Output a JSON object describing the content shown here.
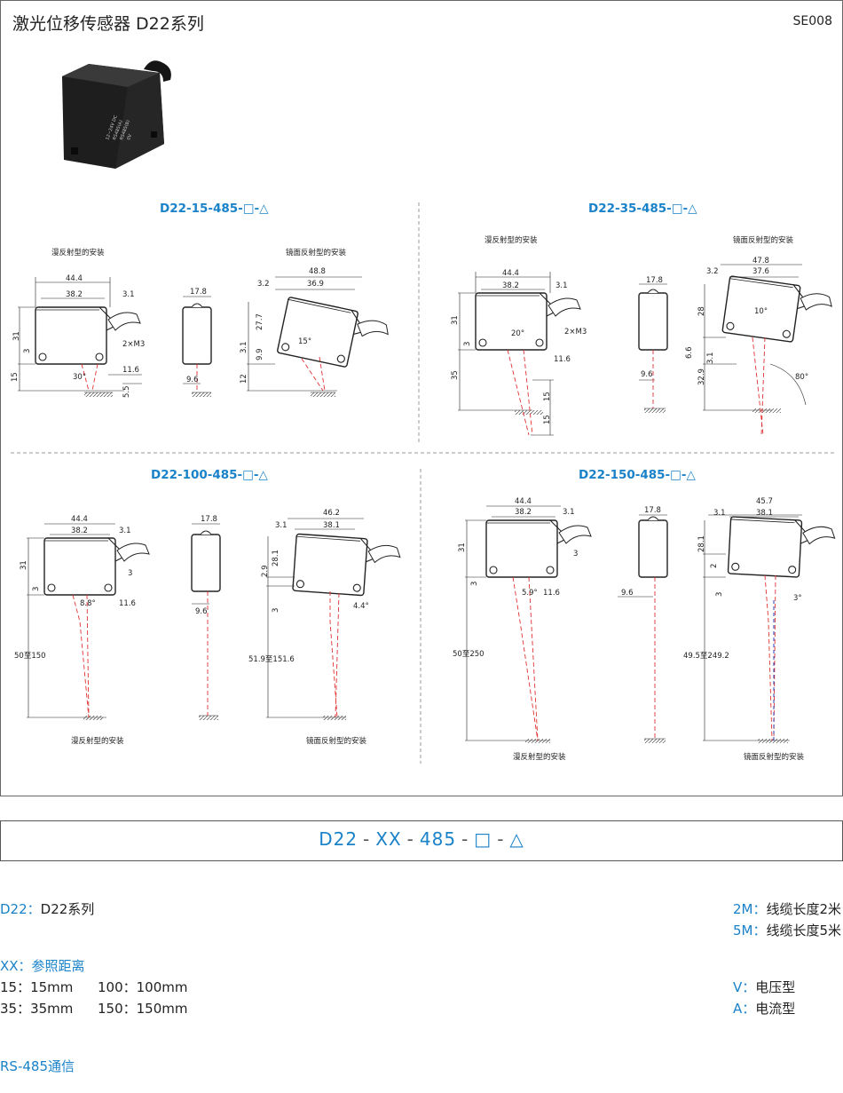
{
  "header": {
    "title": "激光位移传感器 D22系列",
    "code": "SE008"
  },
  "sections": {
    "s15": {
      "title": "D22-15-485-□-△"
    },
    "s35": {
      "title": "D22-35-485-□-△"
    },
    "s100": {
      "title": "D22-100-485-□-△"
    },
    "s150": {
      "title": "D22-150-485-□-△"
    }
  },
  "labels": {
    "diffuse": "漫反射型的安装",
    "mirror": "镜面反射型的安装"
  },
  "product": {
    "print_lines": [
      "12~24V DC",
      "RS485(A)",
      "RS485(B)",
      "0V"
    ]
  },
  "dims": {
    "s15": {
      "d44_4": "44.4",
      "d38_2": "38.2",
      "d3_1": "3.1",
      "d31": "31",
      "d3": "3",
      "d15": "15",
      "m3": "2×M3",
      "d11_6": "11.6",
      "ang30": "30°",
      "d5_5": "5.5",
      "w17_8": "17.8",
      "w9_6": "9.6",
      "m48_8": "48.8",
      "m36_9": "36.9",
      "m3_2": "3.2",
      "m27_7": "27.7",
      "m3_1": "3.1",
      "m9_9": "9.9",
      "m12": "12",
      "ang15": "15°"
    },
    "s35": {
      "d44_4": "44.4",
      "d38_2": "38.2",
      "d3_1": "3.1",
      "d31": "31",
      "d3": "3",
      "d35": "35",
      "ang20": "20°",
      "m3": "2×M3",
      "d11_6": "11.6",
      "d15a": "15",
      "d15b": "15",
      "w17_8": "17.8",
      "w9_6": "9.6",
      "m47_8": "47.8",
      "m37_6": "37.6",
      "m3_2": "3.2",
      "m28": "28",
      "ang10": "10°",
      "m6_6": "6.6",
      "m3_1": "3.1",
      "m32_9": "32.9",
      "ang80": "80°"
    },
    "s100": {
      "d44_4": "44.4",
      "d38_2": "38.2",
      "d3_1": "3.1",
      "d31": "31",
      "d3": "3",
      "m3": "3",
      "ang8_8": "8.8°",
      "d11_6": "11.6",
      "range": "50至150",
      "w17_8": "17.8",
      "w9_6": "9.6",
      "m46_2": "46.2",
      "m38_1": "38.1",
      "m3_1": "3.1",
      "m2_9": "2.9",
      "m28_1": "28.1",
      "ang4_4": "4.4°",
      "mrange": "51.9至151.6"
    },
    "s150": {
      "d44_4": "44.4",
      "d38_2": "38.2",
      "d3_1": "3.1",
      "d31": "31",
      "d3": "3",
      "m3": "3",
      "ang5_9": "5.9°",
      "d11_6": "11.6",
      "range": "50至250",
      "w17_8": "17.8",
      "w9_6": "9.6",
      "m45_7": "45.7",
      "m38_1": "38.1",
      "m3_1": "3.1",
      "m28_1": "28.1",
      "m2": "2",
      "ang3": "3°",
      "mrange": "49.5至249.2"
    }
  },
  "order_code": {
    "parts": [
      "D22",
      "XX",
      "485",
      "□",
      "△"
    ],
    "sep": "-"
  },
  "legend": {
    "d22_key": "D22",
    "d22_val": "D22系列",
    "xx_title": "XX：参照距离",
    "r15": "15：15mm",
    "r100": "100：100mm",
    "r35": "35：35mm",
    "r150": "150：150mm",
    "rs485": "RS-485通信",
    "m2_key": "2M",
    "m2_val": "线缆长度2米",
    "m5_key": "5M",
    "m5_val": "线缆长度5米",
    "v_key": "V",
    "v_val": "电压型",
    "a_key": "A",
    "a_val": "电流型"
  },
  "colors": {
    "accent": "#1a82c8",
    "laser": "#e03030",
    "body": "#2a2a2a"
  }
}
